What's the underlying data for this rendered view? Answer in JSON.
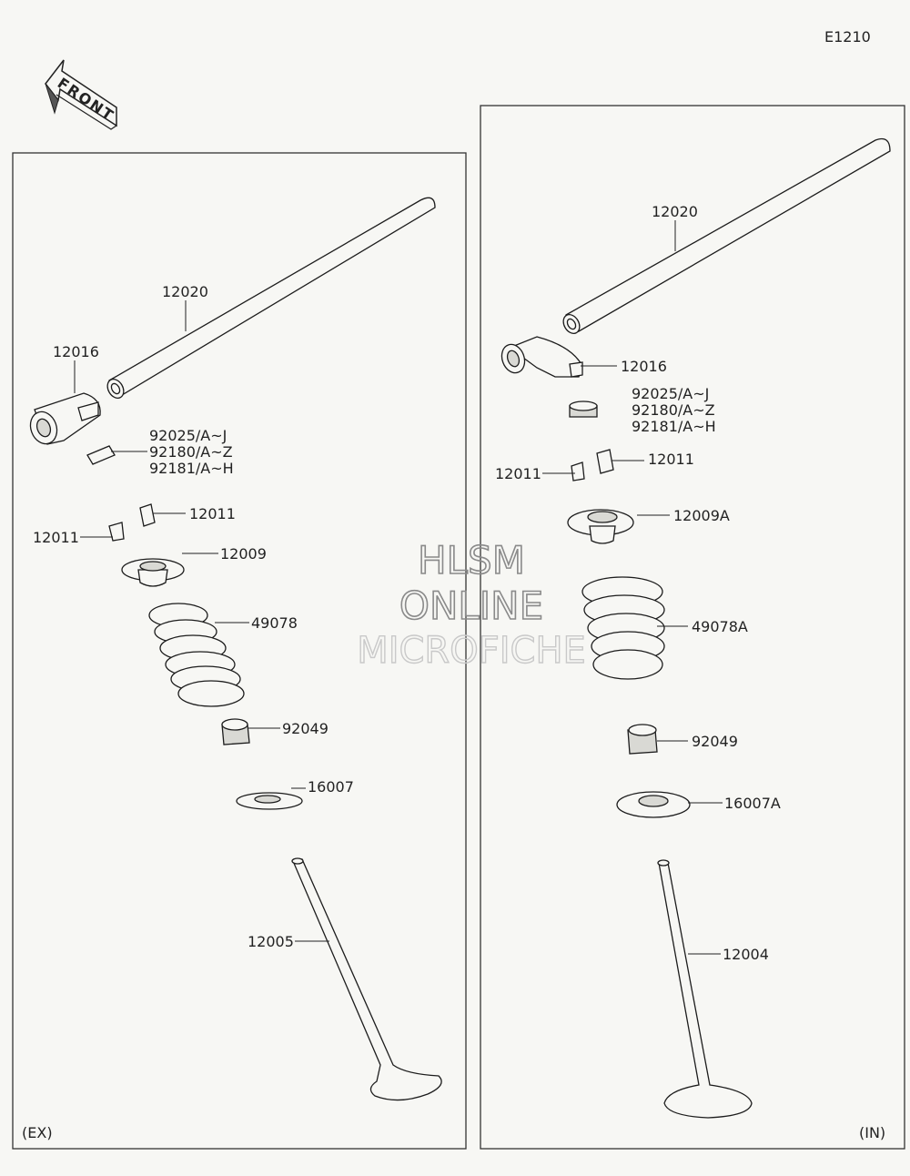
{
  "diagram_code": "E1210",
  "front_label": "FRONT",
  "watermark": {
    "line1": "HLSM",
    "line2": "ONLINE",
    "line3": "MICROFICHE"
  },
  "panels": {
    "exhaust": {
      "side_label": "(EX)",
      "labels": {
        "shaft": "12020",
        "rocker_arm": "12016",
        "shim_1": "92025/A~J",
        "shim_2": "92180/A~Z",
        "shim_3": "92181/A~H",
        "cotter_a": "12011",
        "cotter_b": "12011",
        "retainer": "12009",
        "spring": "49078",
        "seal": "92049",
        "seat": "16007",
        "valve": "12005"
      }
    },
    "intake": {
      "side_label": "(IN)",
      "labels": {
        "shaft": "12020",
        "rocker_arm": "12016",
        "shim_1": "92025/A~J",
        "shim_2": "92180/A~Z",
        "shim_3": "92181/A~H",
        "cotter_a": "12011",
        "cotter_b": "12011",
        "retainer": "12009A",
        "spring": "49078A",
        "seal": "92049",
        "seat": "16007A",
        "valve": "12004"
      }
    }
  }
}
